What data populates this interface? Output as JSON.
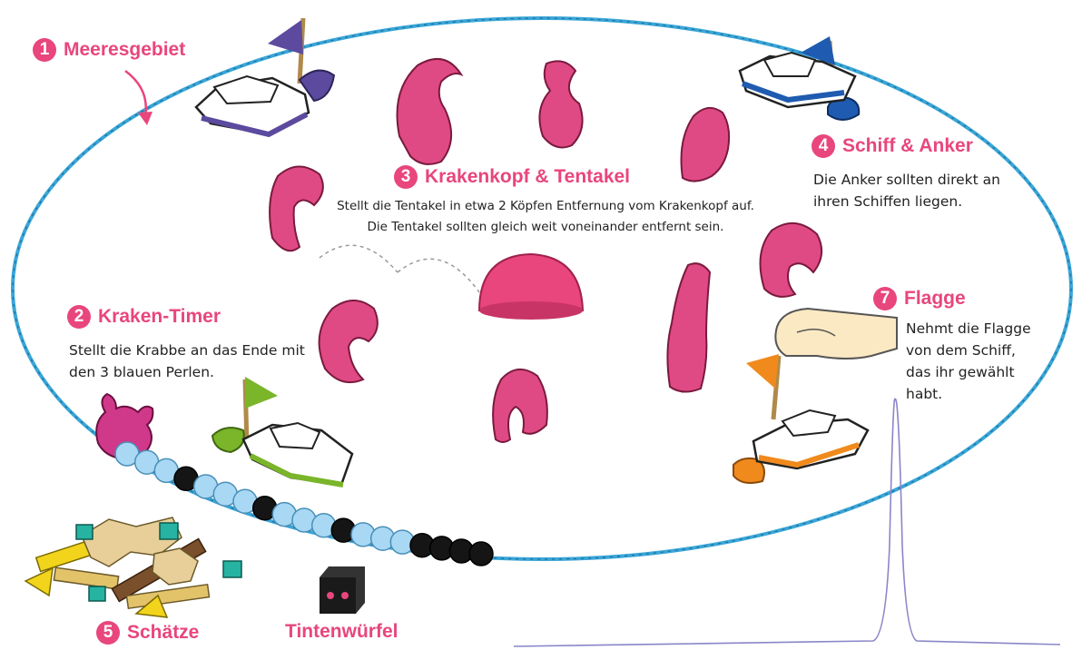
{
  "sections": {
    "meeresgebiet": {
      "num": "1",
      "title": "Meeresgebiet"
    },
    "kraken_timer": {
      "num": "2",
      "title": "Kraken-Timer",
      "lines": [
        "Stellt die Krabbe an das Ende mit",
        "den 3 blauen Perlen."
      ]
    },
    "krakenkopf": {
      "num": "3",
      "title": "Krakenkopf & Tentakel",
      "lines": [
        "Stellt die Tentakel in etwa 2 Köpfen Entfernung vom Krakenkopf auf.",
        "Die Tentakel sollten gleich weit voneinander entfernt sein."
      ]
    },
    "schiff_anker": {
      "num": "4",
      "title": "Schiff & Anker",
      "lines": [
        "Die Anker sollten direkt an",
        "ihren Schiffen liegen."
      ]
    },
    "schaetze": {
      "num": "5",
      "title": "Schätze"
    },
    "tintenwuerfel": {
      "title": "Tintenwürfel"
    },
    "flagge": {
      "num": "7",
      "title": "Flagge",
      "lines": [
        "Nehmt die Flagge",
        "von dem Schiff,",
        "das ihr gewählt",
        "habt."
      ]
    }
  },
  "colors": {
    "accent": "#e8467c",
    "rope": "#3aa6d8",
    "tentacle": "#e04a84",
    "ship_purple": "#5b4a9e",
    "ship_blue": "#1f5bb0",
    "ship_green": "#7ab52a",
    "ship_orange": "#f08a1c",
    "bead_light": "#a8d8f4",
    "bead_dark": "#151515"
  },
  "icons": [
    "arrow-icon",
    "ship-icon",
    "flag-icon",
    "anchor-icon",
    "tentacle-icon",
    "kraken-head-icon",
    "crab-icon",
    "bead-icon",
    "treasure-icon",
    "dice-icon",
    "hand-icon"
  ]
}
